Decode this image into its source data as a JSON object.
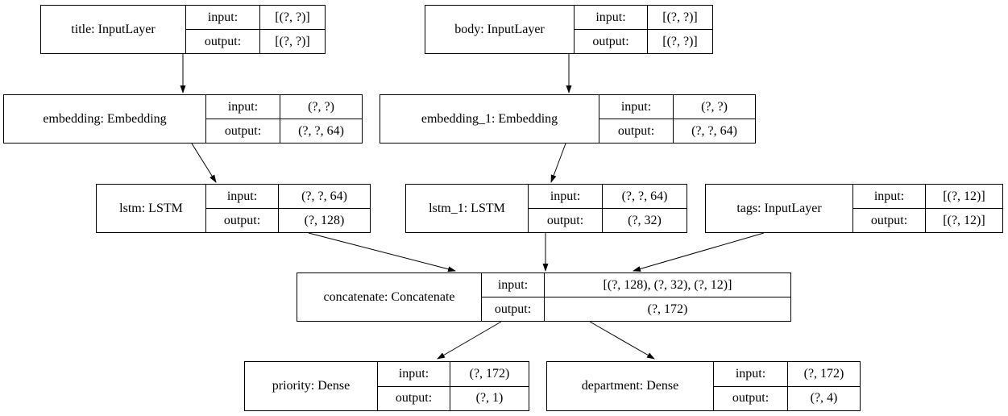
{
  "diagram": {
    "type": "keras-model-architecture",
    "labels": {
      "input_key": "input:",
      "output_key": "output:"
    },
    "colors": {
      "border": "#000000",
      "background": "#ffffff",
      "text": "#000000"
    },
    "nodes": [
      {
        "id": "title",
        "title": "title: InputLayer",
        "input": "[(?, ?)]",
        "output": "[(?, ?)]"
      },
      {
        "id": "body",
        "title": "body: InputLayer",
        "input": "[(?, ?)]",
        "output": "[(?, ?)]"
      },
      {
        "id": "embedding",
        "title": "embedding: Embedding",
        "input": "(?, ?)",
        "output": "(?, ?, 64)"
      },
      {
        "id": "embedding_1",
        "title": "embedding_1: Embedding",
        "input": "(?, ?)",
        "output": "(?, ?, 64)"
      },
      {
        "id": "lstm",
        "title": "lstm: LSTM",
        "input": "(?, ?, 64)",
        "output": "(?, 128)"
      },
      {
        "id": "lstm_1",
        "title": "lstm_1: LSTM",
        "input": "(?, ?, 64)",
        "output": "(?, 32)"
      },
      {
        "id": "tags",
        "title": "tags: InputLayer",
        "input": "[(?, 12)]",
        "output": "[(?, 12)]"
      },
      {
        "id": "concatenate",
        "title": "concatenate: Concatenate",
        "input": "[(?, 128), (?, 32), (?, 12)]",
        "output": "(?, 172)"
      },
      {
        "id": "priority",
        "title": "priority: Dense",
        "input": "(?, 172)",
        "output": "(?, 1)"
      },
      {
        "id": "department",
        "title": "department: Dense",
        "input": "(?, 172)",
        "output": "(?, 4)"
      }
    ],
    "edges": [
      {
        "from": "title",
        "to": "embedding"
      },
      {
        "from": "body",
        "to": "embedding_1"
      },
      {
        "from": "embedding",
        "to": "lstm"
      },
      {
        "from": "embedding_1",
        "to": "lstm_1"
      },
      {
        "from": "lstm",
        "to": "concatenate"
      },
      {
        "from": "lstm_1",
        "to": "concatenate"
      },
      {
        "from": "tags",
        "to": "concatenate"
      },
      {
        "from": "concatenate",
        "to": "priority"
      },
      {
        "from": "concatenate",
        "to": "department"
      }
    ]
  }
}
